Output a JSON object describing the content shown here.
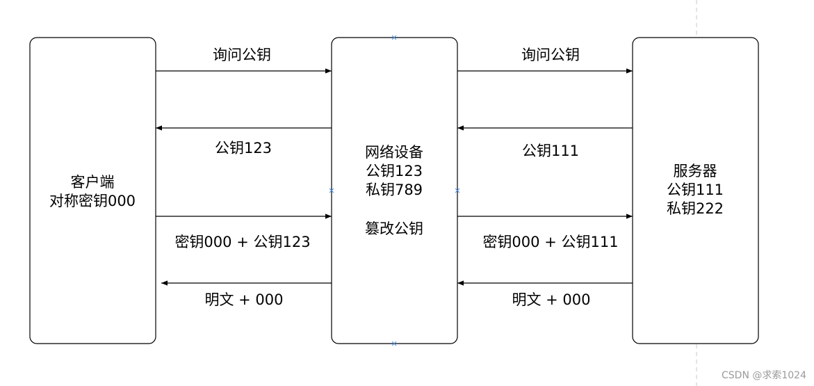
{
  "nodes": {
    "client": {
      "lines": [
        "客户端",
        "对称密钥000"
      ]
    },
    "network": {
      "lines": [
        "网络设备",
        "公钥123",
        "私钥789",
        "",
        "篡改公钥"
      ]
    },
    "server": {
      "lines": [
        "服务器",
        "公钥111",
        "私钥222"
      ]
    }
  },
  "edges": {
    "left": {
      "ask": "询问公钥",
      "pubkey": "公钥123",
      "secret": "密钥000 + 公钥123",
      "plain": "明文 + 000"
    },
    "right": {
      "ask": "询问公钥",
      "pubkey": "公钥111",
      "secret": "密钥000 + 公钥111",
      "plain": "明文 + 000"
    }
  },
  "watermark": "CSDN @求索1024"
}
